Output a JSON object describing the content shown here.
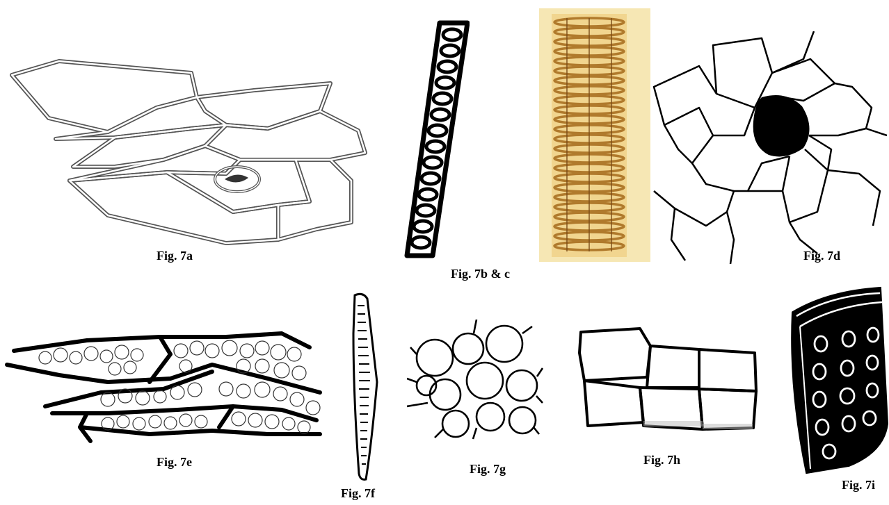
{
  "figures": {
    "fig_7a": {
      "caption": "Fig. 7a",
      "icon": "epidermis-with-stoma-drawing"
    },
    "fig_7bc": {
      "caption": "Fig. 7b & c",
      "icon": "spiral-vessel-drawing-and-photo"
    },
    "fig_7d": {
      "caption": "Fig. 7d",
      "icon": "epidermal-cells-around-trichome-base"
    },
    "fig_7e": {
      "caption": "Fig. 7e",
      "icon": "parenchyma-with-starch-grains"
    },
    "fig_7f": {
      "caption": "Fig. 7f",
      "icon": "fibre-drawing"
    },
    "fig_7g": {
      "caption": "Fig. 7g",
      "icon": "rounded-parenchyma-cells"
    },
    "fig_7h": {
      "caption": "Fig. 7h",
      "icon": "rectangular-cork-cells"
    },
    "fig_7i": {
      "caption": "Fig. 7i",
      "icon": "pitted-stone-cell"
    }
  },
  "colors": {
    "ink": "#000000",
    "photo_bg": "#f6e7b4",
    "photo_ring": "#b07a2c",
    "photo_ring_dark": "#7a4c18"
  }
}
